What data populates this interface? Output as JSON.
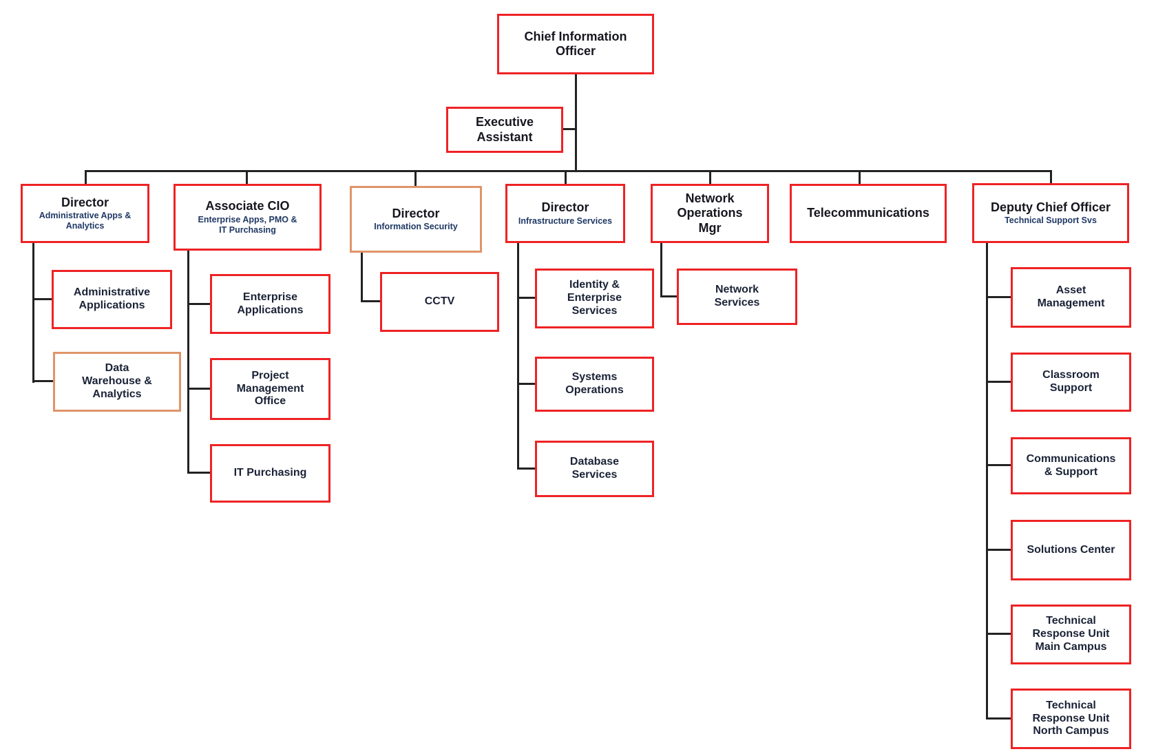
{
  "palette": {
    "box_border_red": "#ee2224",
    "box_border_orange": "#e09468",
    "connector_line": "#222222",
    "title_text": "#16161f",
    "subtitle_text": "#1f3864"
  },
  "nodes": {
    "cio": {
      "title": "Chief Information Officer"
    },
    "exec_assistant": {
      "title": "Executive Assistant"
    },
    "dir_admin": {
      "title": "Director",
      "subtitle": "Administrative Apps & Analytics"
    },
    "assoc_cio": {
      "title": "Associate CIO",
      "subtitle": "Enterprise Apps, PMO & IT Purchasing"
    },
    "dir_infosec": {
      "title": "Director",
      "subtitle": "Information Security"
    },
    "dir_infra": {
      "title": "Director",
      "subtitle": "Infrastructure Services"
    },
    "netops_mgr": {
      "title": "Network Operations Mgr"
    },
    "telecom": {
      "title": "Telecommunications"
    },
    "deputy": {
      "title": "Deputy Chief Officer",
      "subtitle": "Technical Support Svs"
    },
    "admin_apps": {
      "title": "Administrative Applications"
    },
    "data_warehouse": {
      "title": "Data Warehouse & Analytics"
    },
    "ent_apps": {
      "title": "Enterprise Applications"
    },
    "pmo": {
      "title": "Project Management Office"
    },
    "it_purchasing": {
      "title": "IT Purchasing"
    },
    "cctv": {
      "title": "CCTV"
    },
    "identity_services": {
      "title": "Identity & Enterprise Services"
    },
    "sys_ops": {
      "title": "Systems Operations"
    },
    "db_services": {
      "title": "Database Services"
    },
    "net_services": {
      "title": "Network Services"
    },
    "asset_mgmt": {
      "title": "Asset Management"
    },
    "classroom": {
      "title": "Classroom Support"
    },
    "comms_support": {
      "title": "Communications & Support"
    },
    "solutions": {
      "title": "Solutions Center"
    },
    "tru_main": {
      "title": "Technical Response Unit Main Campus"
    },
    "tru_north": {
      "title": "Technical Response Unit North Campus"
    }
  }
}
